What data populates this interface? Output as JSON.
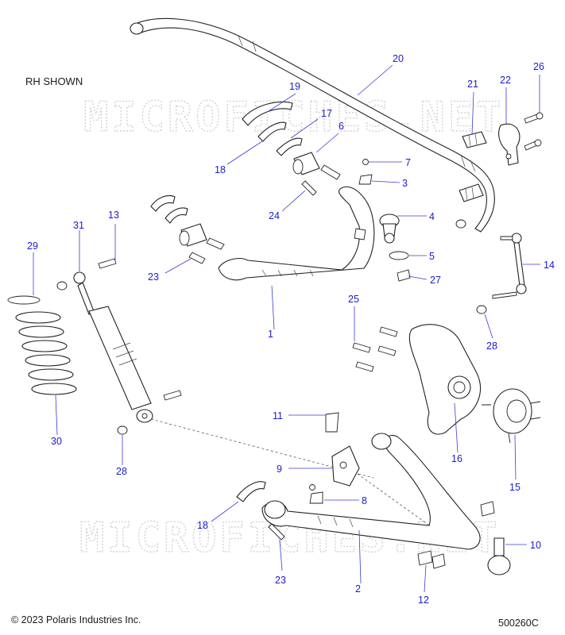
{
  "view_note": "RH SHOWN",
  "watermark": "MICROFICHES.NET",
  "copyright": "© 2023 Polaris Industries Inc.",
  "diagram_id": "500260C",
  "callouts": [
    "1",
    "2",
    "3",
    "4",
    "5",
    "6",
    "7",
    "8",
    "9",
    "10",
    "11",
    "12",
    "13",
    "14",
    "15",
    "16",
    "17",
    "18",
    "18",
    "19",
    "20",
    "21",
    "22",
    "23",
    "23",
    "24",
    "25",
    "26",
    "27",
    "28",
    "28",
    "29",
    "30",
    "31"
  ],
  "colors": {
    "callout": "#1a1ad0",
    "leader": "#3a3ad6",
    "linework": "#222222",
    "watermark": "#d2d2d2"
  }
}
